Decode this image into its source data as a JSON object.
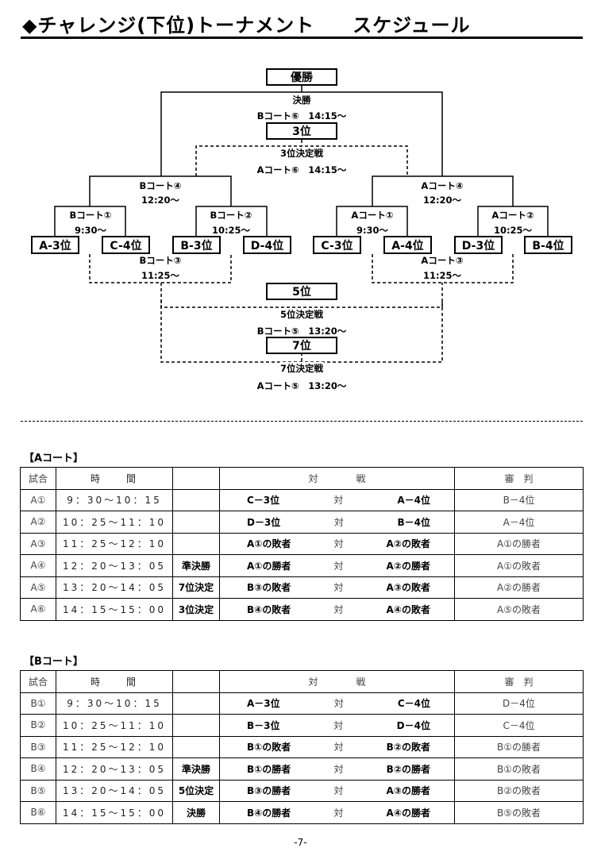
{
  "title": {
    "main": "◆チャレンジ(下位)トーナメント",
    "sub": "スケジュール"
  },
  "bracket": {
    "boxes": {
      "winner": "優勝",
      "third": "3位",
      "fifth": "5位",
      "seventh": "7位"
    },
    "finals": {
      "final": "決勝",
      "final_court": "Bコート⑥　14:15～",
      "third_match": "3位決定戦",
      "third_court": "Aコート⑥　14:15～",
      "fifth_match": "5位決定戦",
      "fifth_court": "Bコート⑤　13:20～",
      "seventh_match": "7位決定戦",
      "seventh_court": "Aコート⑤　13:20～"
    },
    "semis": {
      "left": "Bコート④",
      "left_time": "12:20～",
      "right": "Aコート④",
      "right_time": "12:20～"
    },
    "first_round": [
      {
        "court": "Bコート①",
        "time": "9:30～",
        "teams": [
          "A-3位",
          "C-4位"
        ]
      },
      {
        "court": "Bコート②",
        "time": "10:25～",
        "teams": [
          "B-3位",
          "D-4位"
        ]
      },
      {
        "court": "Aコート①",
        "time": "9:30～",
        "teams": [
          "C-3位",
          "A-4位"
        ]
      },
      {
        "court": "Aコート②",
        "time": "10:25～",
        "teams": [
          "D-3位",
          "B-4位"
        ]
      }
    ],
    "losers": {
      "left": "Bコート③",
      "left_time": "11:25～",
      "right": "Aコート③",
      "right_time": "11:25～"
    }
  },
  "a_court": {
    "heading": "【Aコート】",
    "headers": {
      "no": "試合",
      "time": "時　　間",
      "tag": "",
      "match": "対　　　　戦",
      "ref": "審　判"
    },
    "rows": [
      {
        "no": "A①",
        "time": "9：30～10：15",
        "tag": "",
        "t1": "C－3位",
        "vs": "対",
        "t2": "A－4位",
        "ref": "B－4位"
      },
      {
        "no": "A②",
        "time": "10：25～11：10",
        "tag": "",
        "t1": "D－3位",
        "vs": "対",
        "t2": "B－4位",
        "ref": "A－4位"
      },
      {
        "no": "A③",
        "time": "11：25～12：10",
        "tag": "",
        "t1": "A①の敗者",
        "vs": "対",
        "t2": "A②の敗者",
        "ref": "A①の勝者"
      },
      {
        "no": "A④",
        "time": "12：20～13：05",
        "tag": "準決勝",
        "t1": "A①の勝者",
        "vs": "対",
        "t2": "A②の勝者",
        "ref": "A①の敗者"
      },
      {
        "no": "A⑤",
        "time": "13：20～14：05",
        "tag": "7位決定",
        "t1": "B③の敗者",
        "vs": "対",
        "t2": "A③の敗者",
        "ref": "A②の勝者"
      },
      {
        "no": "A⑥",
        "time": "14：15～15：00",
        "tag": "3位決定",
        "t1": "B④の敗者",
        "vs": "対",
        "t2": "A④の敗者",
        "ref": "A⑤の敗者"
      }
    ]
  },
  "b_court": {
    "heading": "【Bコート】",
    "headers": {
      "no": "試合",
      "time": "時　　間",
      "tag": "",
      "match": "対　　　　戦",
      "ref": "審　判"
    },
    "rows": [
      {
        "no": "B①",
        "time": "9：30～10：15",
        "tag": "",
        "t1": "A－3位",
        "vs": "対",
        "t2": "C－4位",
        "ref": "D－4位"
      },
      {
        "no": "B②",
        "time": "10：25～11：10",
        "tag": "",
        "t1": "B－3位",
        "vs": "対",
        "t2": "D－4位",
        "ref": "C－4位"
      },
      {
        "no": "B③",
        "time": "11：25～12：10",
        "tag": "",
        "t1": "B①の敗者",
        "vs": "対",
        "t2": "B②の敗者",
        "ref": "B①の勝者"
      },
      {
        "no": "B④",
        "time": "12：20～13：05",
        "tag": "準決勝",
        "t1": "B①の勝者",
        "vs": "対",
        "t2": "B②の勝者",
        "ref": "B①の敗者"
      },
      {
        "no": "B⑤",
        "time": "13：20～14：05",
        "tag": "5位決定",
        "t1": "B③の勝者",
        "vs": "対",
        "t2": "A③の勝者",
        "ref": "B②の敗者"
      },
      {
        "no": "B⑥",
        "time": "14：15～15：00",
        "tag": "決勝",
        "t1": "B④の勝者",
        "vs": "対",
        "t2": "A④の勝者",
        "ref": "B⑤の敗者"
      }
    ]
  },
  "page_number": "-7-"
}
